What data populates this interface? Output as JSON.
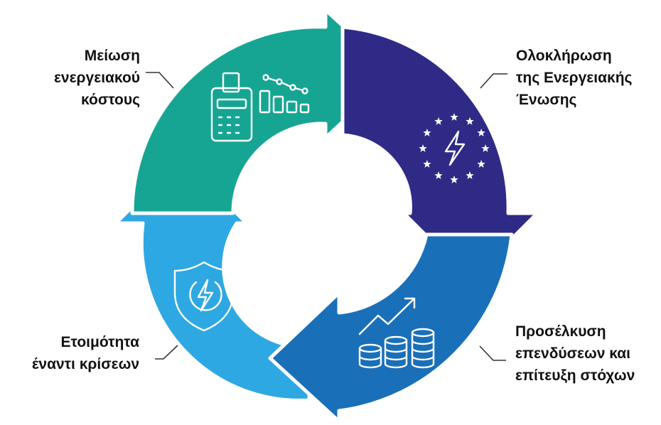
{
  "cycle": {
    "segments": [
      {
        "lines": [
          "Μείωση",
          "ενεργειακού",
          "κόστους"
        ],
        "color": "#17a593",
        "icon": "calculator-and-declining-bar-chart-icon"
      },
      {
        "lines": [
          "Ολοκλήρωση",
          "της Ενεργειακής",
          "Ένωσης"
        ],
        "color": "#2e2a86",
        "icon": "eu-stars-lightning-icon"
      },
      {
        "lines": [
          "Προσέλκυση",
          "επενδύσεων και",
          "επίτευξη στόχων"
        ],
        "color": "#1a6fb9",
        "icon": "coin-stacks-growth-arrow-icon"
      },
      {
        "lines": [
          "Ετοιμότητα",
          "έναντι κρίσεων"
        ],
        "color": "#2ea8e3",
        "icon": "shield-lightning-icon"
      }
    ]
  }
}
